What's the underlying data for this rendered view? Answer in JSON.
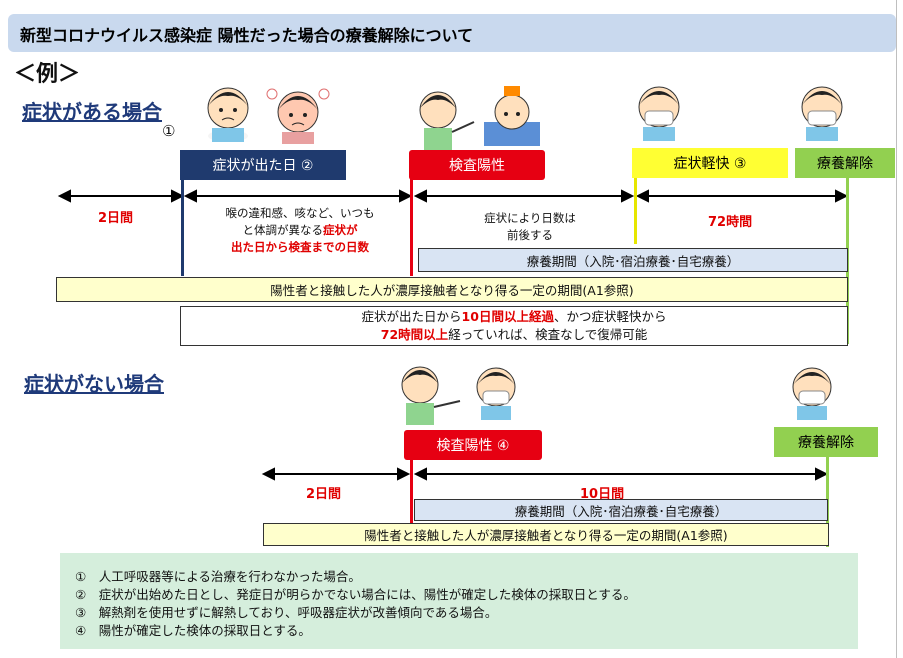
{
  "header": {
    "title": "新型コロナウイルス感染症 陽性だった場合の療養解除について"
  },
  "example_label": "＜例＞",
  "with_symptoms": {
    "title": "症状がある場合",
    "mark": "①",
    "boxes": {
      "onset": "症状が出た日 ②",
      "positive": "検査陽性",
      "improve": "症状軽快 ③",
      "release": "療養解除"
    },
    "periods": {
      "two_days": "2日間",
      "seventy_two": "72時間"
    },
    "note_throat": {
      "line1": "喉の違和感、咳など、いつも",
      "line2_plain": "と体調が異なる",
      "line2_red": "症状が",
      "line3_red": "出た日から検査までの日数"
    },
    "note_varies": {
      "line1": "症状により日数は",
      "line2": "前後する"
    },
    "treatment_period": "療養期間（入院･宿泊療養･自宅療養）",
    "contact_period": "陽性者と接触した人が濃厚接触者となり得る一定の期間(A1参照)",
    "return_rule": {
      "l1_a": "症状が出た日から",
      "l1_red": "10日間以上経過",
      "l1_b": "、かつ症状軽快から",
      "l2_red": "72時間以上",
      "l2_b": "経っていれば、検査なしで復帰可能"
    }
  },
  "without_symptoms": {
    "title": "症状がない場合",
    "boxes": {
      "positive": "検査陽性 ④",
      "release": "療養解除"
    },
    "periods": {
      "two_days": "2日間",
      "ten_days": "10日間"
    },
    "treatment_period": "療養期間（入院･宿泊療養･自宅療養）",
    "contact_period": "陽性者と接触した人が濃厚接触者となり得る一定の期間(A1参照)"
  },
  "legend": [
    {
      "mark": "①",
      "text": "人工呼吸器等による治療を行わなかった場合。"
    },
    {
      "mark": "②",
      "text": "症状が出始めた日とし、発症日が明らかでない場合には、陽性が確定した検体の採取日とする。"
    },
    {
      "mark": "③",
      "text": "解熱剤を使用せずに解熱しており、呼吸器症状が改善傾向である場合。"
    },
    {
      "mark": "④",
      "text": "陽性が確定した検体の採取日とする。"
    }
  ],
  "colors": {
    "navy": "#1f3a6e",
    "red": "#e60012",
    "yellow": "#ffff33",
    "green": "#92d050",
    "light_blue": "#d9e4f3",
    "cream": "#ffffcc",
    "legend_bg": "#d5eedc",
    "header_bg": "#c9d9ee"
  }
}
